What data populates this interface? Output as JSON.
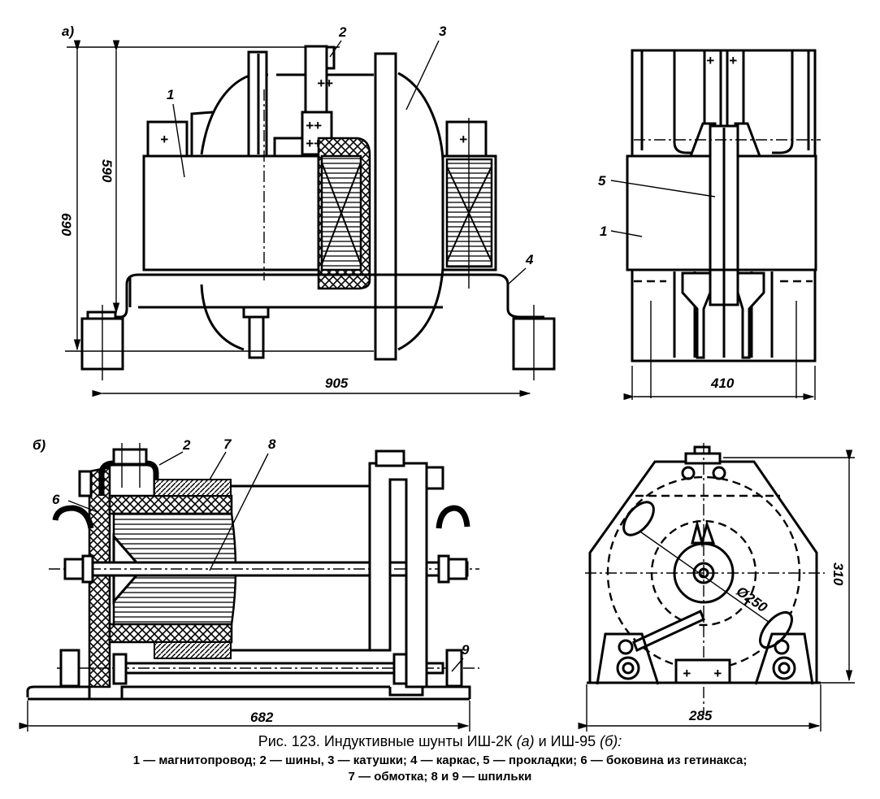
{
  "figure": {
    "title_prefix": "Рис. 123.",
    "title_text": "Индуктивные шунты ИШ-2К",
    "title_a": "(а)",
    "title_mid": "и ИШ-95",
    "title_b": "(б):",
    "legend_line1": "1 — магнитопровод; 2 — шины, 3 — катушки; 4 — каркас, 5 — прокладки; 6 — боковина из гетинакса;",
    "legend_line2": "7 — обмотка; 8 и 9 — шпильки"
  },
  "view_a": {
    "label": "а)",
    "dims": {
      "overall_height": "690",
      "frame_height": "590",
      "length": "905",
      "width": "410"
    },
    "callouts": [
      "1",
      "2",
      "3",
      "4",
      "5",
      "1"
    ]
  },
  "view_b": {
    "label": "б)",
    "dims": {
      "length": "682",
      "width": "285",
      "height": "310",
      "diameter": "Ø250"
    },
    "callouts": [
      "2",
      "7",
      "8",
      "6",
      "9"
    ]
  },
  "colors": {
    "ink": "#000000",
    "paper": "#ffffff"
  }
}
